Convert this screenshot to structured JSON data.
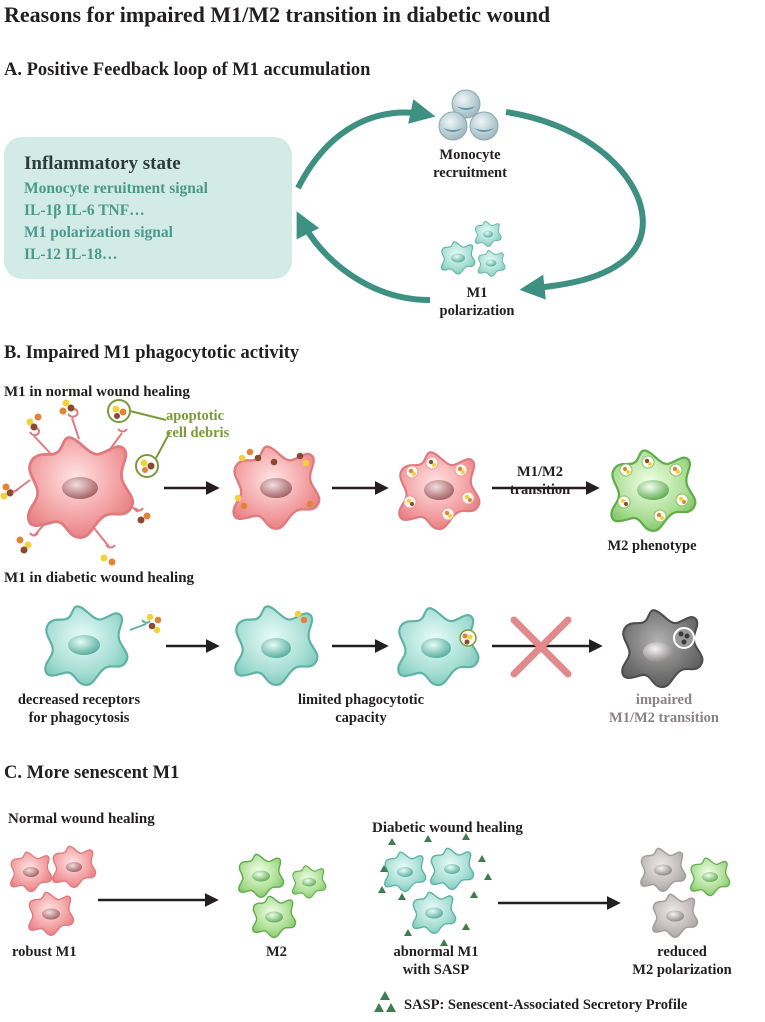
{
  "title": "Reasons for impaired M1/M2 transition in diabetic wound",
  "section_a": {
    "heading": "A. Positive Feedback loop of M1 accumulation",
    "inflammatory_box": {
      "title": "Inflammatory state",
      "lines": [
        "Monocyte reruitment signal",
        "IL-1β IL-6 TNF…",
        "M1 polarization signal",
        "IL-12 IL-18…"
      ]
    },
    "monocyte_label": [
      "Monocyte",
      "recruitment"
    ],
    "m1_label": [
      "M1",
      "polarization"
    ]
  },
  "section_b": {
    "heading": "B. Impaired M1 phagocytotic activity",
    "normal": {
      "subheading": "M1 in normal wound healing",
      "debris_label": [
        "apoptotic",
        "cell debris"
      ],
      "transition_label": [
        "M1/M2",
        "transition"
      ],
      "m2_label": "M2 phenotype"
    },
    "diabetic": {
      "subheading": "M1 in diabetic wound healing",
      "receptor_label": [
        "decreased receptors",
        "for phagocytosis"
      ],
      "capacity_label": [
        "limited phagocytotic",
        "capacity"
      ],
      "impaired_label": [
        "impaired",
        "M1/M2 transition"
      ]
    }
  },
  "section_c": {
    "heading": "C. More senescent M1",
    "normal_subheading": "Normal wound healing",
    "diabetic_subheading": "Diabetic wound healing",
    "robust_label": "robust M1",
    "m2_label": "M2",
    "abnormal_label": [
      "abnormal M1",
      "with SASP"
    ],
    "reduced_label": [
      "reduced",
      "M2 polarization"
    ],
    "sasp_legend": "SASP: Senescent-Associated Secretory Profile"
  },
  "colors": {
    "teal_arrow": "#3e9182",
    "m1_red": "#e7878a",
    "m2_green": "#8ccc74",
    "monocyte_teal": "#8fd3c8",
    "senescent_gray": "#b4adae",
    "debris_yellow": "#f2d23c",
    "debris_orange": "#e0843a",
    "debris_brown": "#8a4a32",
    "cross_red": "#e08a8e"
  }
}
